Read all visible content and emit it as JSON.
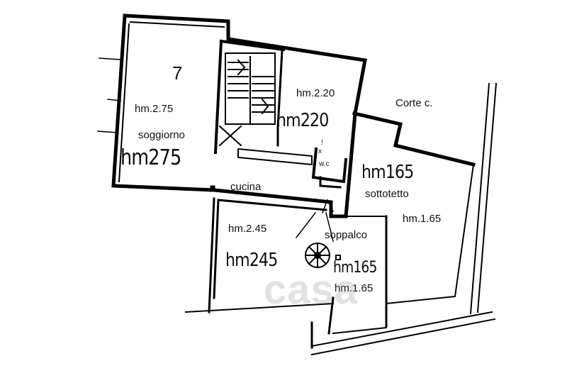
{
  "rooms": {
    "soggiorno_number": "7",
    "soggiorno_height": "hm.2.75",
    "soggiorno_name": "soggiorno",
    "soggiorno_hand": "hm275",
    "upper_height": "hm.2.20",
    "upper_hand": "hm220",
    "corte": "Corte c.",
    "wc_mark": "!",
    "wc_x": "x",
    "wc": "w.c",
    "sottotetto_hand": "hm165",
    "sottotetto_name": "sottotetto",
    "sottotetto_height": "hm.1.65",
    "cucina": "cucina",
    "lower_height": "hm.2.45",
    "soppalco": "soppalco",
    "lower_hand": "hm245",
    "soppalco_hand": "hm165",
    "soppalco_height": "hm.1.65"
  },
  "watermark": "casa"
}
